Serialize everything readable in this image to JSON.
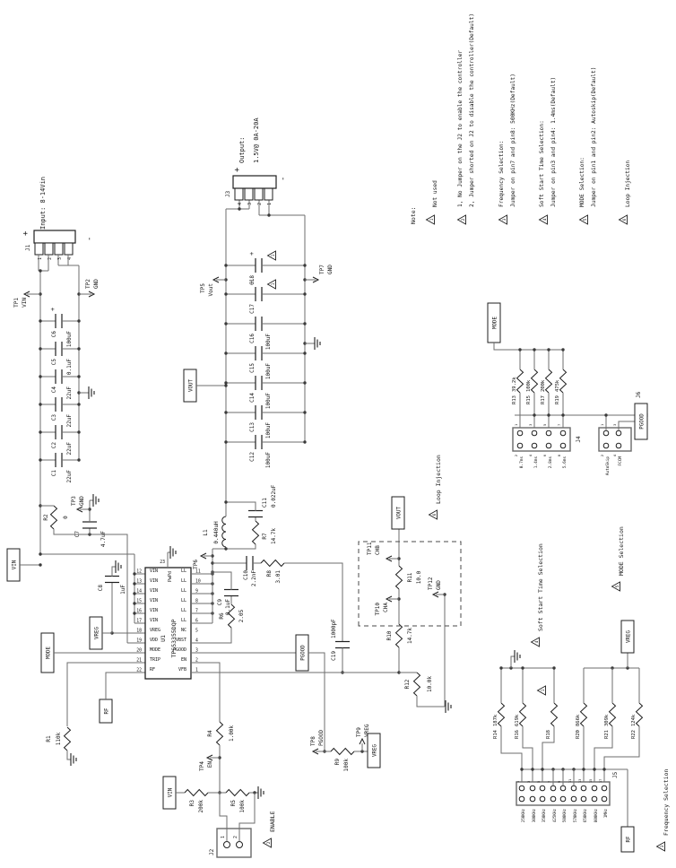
{
  "titles": {
    "input": "Input: 8-14Vin",
    "output_line1": "Output:",
    "output_line2": "1.5V@ 0A-20A"
  },
  "symbols": {
    "plus": "+",
    "minus": "-"
  },
  "ic": {
    "ref": "U1",
    "part": "TPS53355DQP",
    "pad": {
      "num": "23",
      "name": "PwPd"
    },
    "top": [
      {
        "num": "22",
        "name": "RF"
      },
      {
        "num": "21",
        "name": "TRIP"
      },
      {
        "num": "20",
        "name": "MODE"
      },
      {
        "num": "19",
        "name": "VDD"
      },
      {
        "num": "18",
        "name": "VREG"
      },
      {
        "num": "17",
        "name": "VIN"
      },
      {
        "num": "16",
        "name": "VIN"
      },
      {
        "num": "15",
        "name": "VIN"
      },
      {
        "num": "14",
        "name": "VIN"
      },
      {
        "num": "13",
        "name": "VIN"
      },
      {
        "num": "12",
        "name": "VIN"
      }
    ],
    "bottom": [
      {
        "num": "1",
        "name": "VFB"
      },
      {
        "num": "2",
        "name": "EN"
      },
      {
        "num": "3",
        "name": "PGOOD"
      },
      {
        "num": "4",
        "name": "VBST"
      },
      {
        "num": "5",
        "name": "NC"
      },
      {
        "num": "6",
        "name": "LL"
      },
      {
        "num": "7",
        "name": "LL"
      },
      {
        "num": "8",
        "name": "LL"
      },
      {
        "num": "9",
        "name": "LL"
      },
      {
        "num": "10",
        "name": "LL"
      },
      {
        "num": "11",
        "name": "LL"
      }
    ]
  },
  "components": {
    "C1": {
      "ref": "C1",
      "value": "22uF"
    },
    "C2": {
      "ref": "C2",
      "value": "22uF"
    },
    "C3": {
      "ref": "C3",
      "value": "22uF"
    },
    "C4": {
      "ref": "C4",
      "value": "22uF"
    },
    "C5": {
      "ref": "C5",
      "value": "0.1uF"
    },
    "C6": {
      "ref": "C6",
      "value": "100uF"
    },
    "C7": {
      "ref": "C7",
      "value": "4.7uF"
    },
    "C8": {
      "ref": "C8",
      "value": "1uF"
    },
    "C9": {
      "ref": "C9",
      "value": "0.1uF"
    },
    "C10": {
      "ref": "C10",
      "value": "2.2nF"
    },
    "C11": {
      "ref": "C11",
      "value": "0.022uF"
    },
    "C12": {
      "ref": "C12",
      "value": "100uF"
    },
    "C13": {
      "ref": "C13",
      "value": "100uF"
    },
    "C14": {
      "ref": "C14",
      "value": "100uF"
    },
    "C15": {
      "ref": "C15",
      "value": "100uF"
    },
    "C16": {
      "ref": "C16",
      "value": "100uF"
    },
    "C17": {
      "ref": "C17",
      "value": ""
    },
    "C18": {
      "ref": "C18",
      "value": ""
    },
    "C19": {
      "ref": "C19",
      "value": "1000pF"
    },
    "R1": {
      "ref": "R1",
      "value": "110k"
    },
    "R2": {
      "ref": "R2",
      "value": "0"
    },
    "R3": {
      "ref": "R3",
      "value": "200k"
    },
    "R4": {
      "ref": "R4",
      "value": "1.00k"
    },
    "R5": {
      "ref": "R5",
      "value": "100k"
    },
    "R6": {
      "ref": "R6",
      "value": "2.05"
    },
    "R7": {
      "ref": "R7",
      "value": "14.7k"
    },
    "R8": {
      "ref": "R8",
      "value": "3.01"
    },
    "R9": {
      "ref": "R9",
      "value": "100k"
    },
    "R10": {
      "ref": "R10",
      "value": "14.7k"
    },
    "R11": {
      "ref": "R11",
      "value": "10.0"
    },
    "R12": {
      "ref": "R12",
      "value": "10.0k"
    },
    "R13": {
      "ref": "R13",
      "value": "39.2k"
    },
    "R14": {
      "ref": "R14",
      "value": "187k"
    },
    "R15": {
      "ref": "R15",
      "value": "100k"
    },
    "R16": {
      "ref": "R16",
      "value": "619k"
    },
    "R17": {
      "ref": "R17",
      "value": "200k"
    },
    "R18": {
      "ref": "R18",
      "value": ""
    },
    "R19": {
      "ref": "R19",
      "value": "475k"
    },
    "R20": {
      "ref": "R20",
      "value": "866k"
    },
    "R21": {
      "ref": "R21",
      "value": "309k"
    },
    "R22": {
      "ref": "R22",
      "value": "124k"
    },
    "L1": {
      "ref": "L1",
      "value": "0.440uH"
    }
  },
  "connectors": {
    "J1": {
      "ref": "J1",
      "pins": [
        "1",
        "2",
        "3",
        "4"
      ]
    },
    "J2": {
      "ref": "J2",
      "pins": [
        "1",
        "2"
      ]
    },
    "J3": {
      "ref": "J3",
      "pins": [
        "4",
        "3",
        "2",
        "1"
      ]
    },
    "J4": {
      "ref": "J4",
      "pins_odd": [
        "1",
        "3",
        "5",
        "7"
      ],
      "pins_even": [
        "2",
        "4",
        "6",
        "8"
      ],
      "options": [
        "0.7ms",
        "1.4ms",
        "2.8ms",
        "5.6ms"
      ]
    },
    "J5": {
      "ref": "J5",
      "pins_odd": [
        "1",
        "3",
        "5",
        "7",
        "9",
        "11",
        "13",
        "15",
        "17"
      ],
      "options": [
        "250KHz",
        "300KHz",
        "350KHz",
        "425KHz",
        "500KHz",
        "570KHz",
        "650KHz",
        "800KHz",
        "1MHz"
      ]
    },
    "J6": {
      "ref": "J6",
      "pins_odd": [
        "1",
        "3"
      ],
      "pins_even": [
        "2",
        "4"
      ],
      "options": [
        "AutoSkip",
        "FCCM"
      ]
    }
  },
  "test_points": {
    "TP1": {
      "ref": "TP1",
      "net": "VIN"
    },
    "TP2": {
      "ref": "TP2",
      "net": "GND"
    },
    "TP3": {
      "ref": "TP3",
      "net": "GND"
    },
    "TP4": {
      "ref": "TP4",
      "net": "EN"
    },
    "TP5": {
      "ref": "TP5",
      "net": "Vout"
    },
    "TP6": {
      "ref": "TP6",
      "net": ""
    },
    "TP7": {
      "ref": "TP7",
      "net": "GND"
    },
    "TP8": {
      "ref": "TP8",
      "net": "PGOOD"
    },
    "TP9": {
      "ref": "TP9",
      "net": "VREG"
    },
    "TP10": {
      "ref": "TP10",
      "net": "CHA"
    },
    "TP11": {
      "ref": "TP11",
      "net": "CHB"
    },
    "TP12": {
      "ref": "TP12",
      "net": "GND"
    }
  },
  "net_labels": {
    "vin": "VIN",
    "vreg": "VREG",
    "mode": "MODE",
    "rf": "RF",
    "vout": "VOUT",
    "pgood": "PGOOD"
  },
  "captions": {
    "enable": {
      "flag": "2",
      "text": "ENABLE"
    },
    "soft_start": {
      "flag": "4",
      "text": "Soft Start Time Selection"
    },
    "mode_sel": {
      "flag": "5",
      "text": "MODE Selection"
    },
    "freq": {
      "flag": "3",
      "text": "Frequency Selection"
    },
    "loop": {
      "flag": "6",
      "text": "Loop Injection"
    }
  },
  "notes": {
    "heading": "Note:",
    "items": [
      {
        "flag": "1",
        "lines": [
          "Not used"
        ]
      },
      {
        "flag": "2",
        "lines": [
          "1, No Jumper on the J2 to enable the controller",
          "2, Jumper shorted on J2 to disable the controller(Default)"
        ]
      },
      {
        "flag": "3",
        "lines": [
          "Frequency Selection:",
          "Jumper on pin7 and pin8: 500KHz(Default)"
        ]
      },
      {
        "flag": "4",
        "lines": [
          "Soft Start Time Selection:",
          "Jumper on pin3 and pin4: 1.4ms(Default)"
        ]
      },
      {
        "flag": "5",
        "lines": [
          "MODE Selection:",
          "Jumper on pin1 and pin2: Autoskip(Default)"
        ]
      },
      {
        "flag": "6",
        "lines": [
          "Loop Injection"
        ]
      }
    ]
  }
}
